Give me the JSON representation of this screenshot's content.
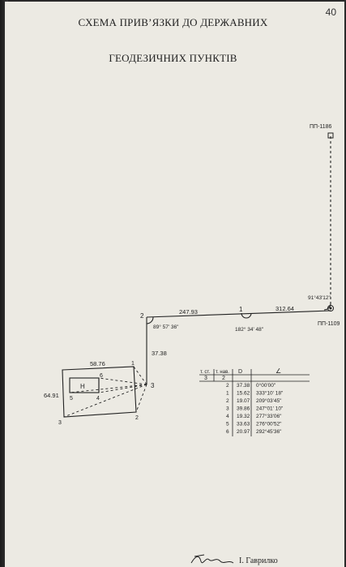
{
  "page_number": "40",
  "title_line1": "СХЕМА ПРИВʼЯЗКИ ДО ДЕРЖАВНИХ",
  "title_line2": "ГЕОДЕЗИЧНИХ ПУНКТІВ",
  "stations": {
    "pp1186": "ПП-1186",
    "pp1109": "ПП-1109",
    "p1": "1",
    "p2": "2",
    "p3": "3",
    "parcel_1": "1",
    "parcel_2": "2",
    "parcel_3": "3",
    "parcel_4": "4",
    "parcel_5": "5",
    "parcel_6": "6",
    "building": "Н"
  },
  "distances": {
    "d_2_1": "247.93",
    "d_1_pp": "312.64",
    "d_3_2": "37.38",
    "parcel_top": "58.76",
    "parcel_left": "64.91"
  },
  "angles": {
    "a_pp1109": "91°43'12\"",
    "a_1": "182° 34' 48\"",
    "a_2": "89° 57' 36\""
  },
  "table": {
    "headers": [
      "т. ст.",
      "т. нав.",
      "D",
      "∠"
    ],
    "station": "3",
    "sighted": "2",
    "rows": [
      {
        "pt": "2",
        "d": "37.38",
        "a": "0°00'00\""
      },
      {
        "pt": "1",
        "d": "15.62",
        "a": "333°10' 18\""
      },
      {
        "pt": "2",
        "d": "19.07",
        "a": "209°03'45\""
      },
      {
        "pt": "3",
        "d": "39.86",
        "a": "247°01' 10\""
      },
      {
        "pt": "4",
        "d": "19.32",
        "a": "277°33'06\""
      },
      {
        "pt": "5",
        "d": "33.63",
        "a": "276°00'52\""
      },
      {
        "pt": "6",
        "d": "20.97",
        "a": "292°45'36\""
      }
    ]
  },
  "signer": "І. Гаврилко"
}
